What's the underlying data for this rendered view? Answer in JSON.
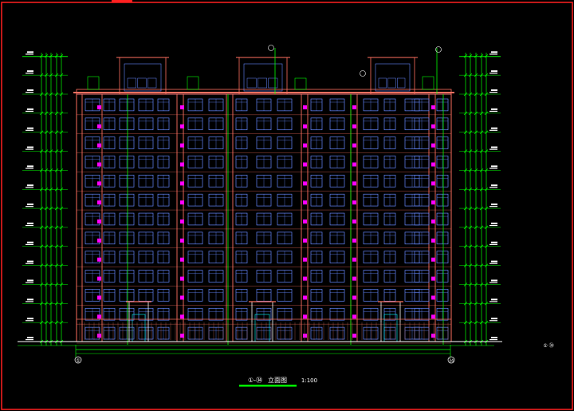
{
  "drawing": {
    "title_marker": "①-㉞",
    "title_text": "立面图",
    "scale": "1:100",
    "axis_start": "①",
    "axis_end": "34",
    "side_axis_mark": "① ㉞",
    "floors": 13
  },
  "colors": {
    "background": "#000000",
    "frame": "#ff2020",
    "facade": "#ff7060",
    "window": "#6688ff",
    "accent": "#ff00ff",
    "dimension": "#00ff00",
    "text": "#ffffff",
    "cyan": "#00ffff"
  }
}
